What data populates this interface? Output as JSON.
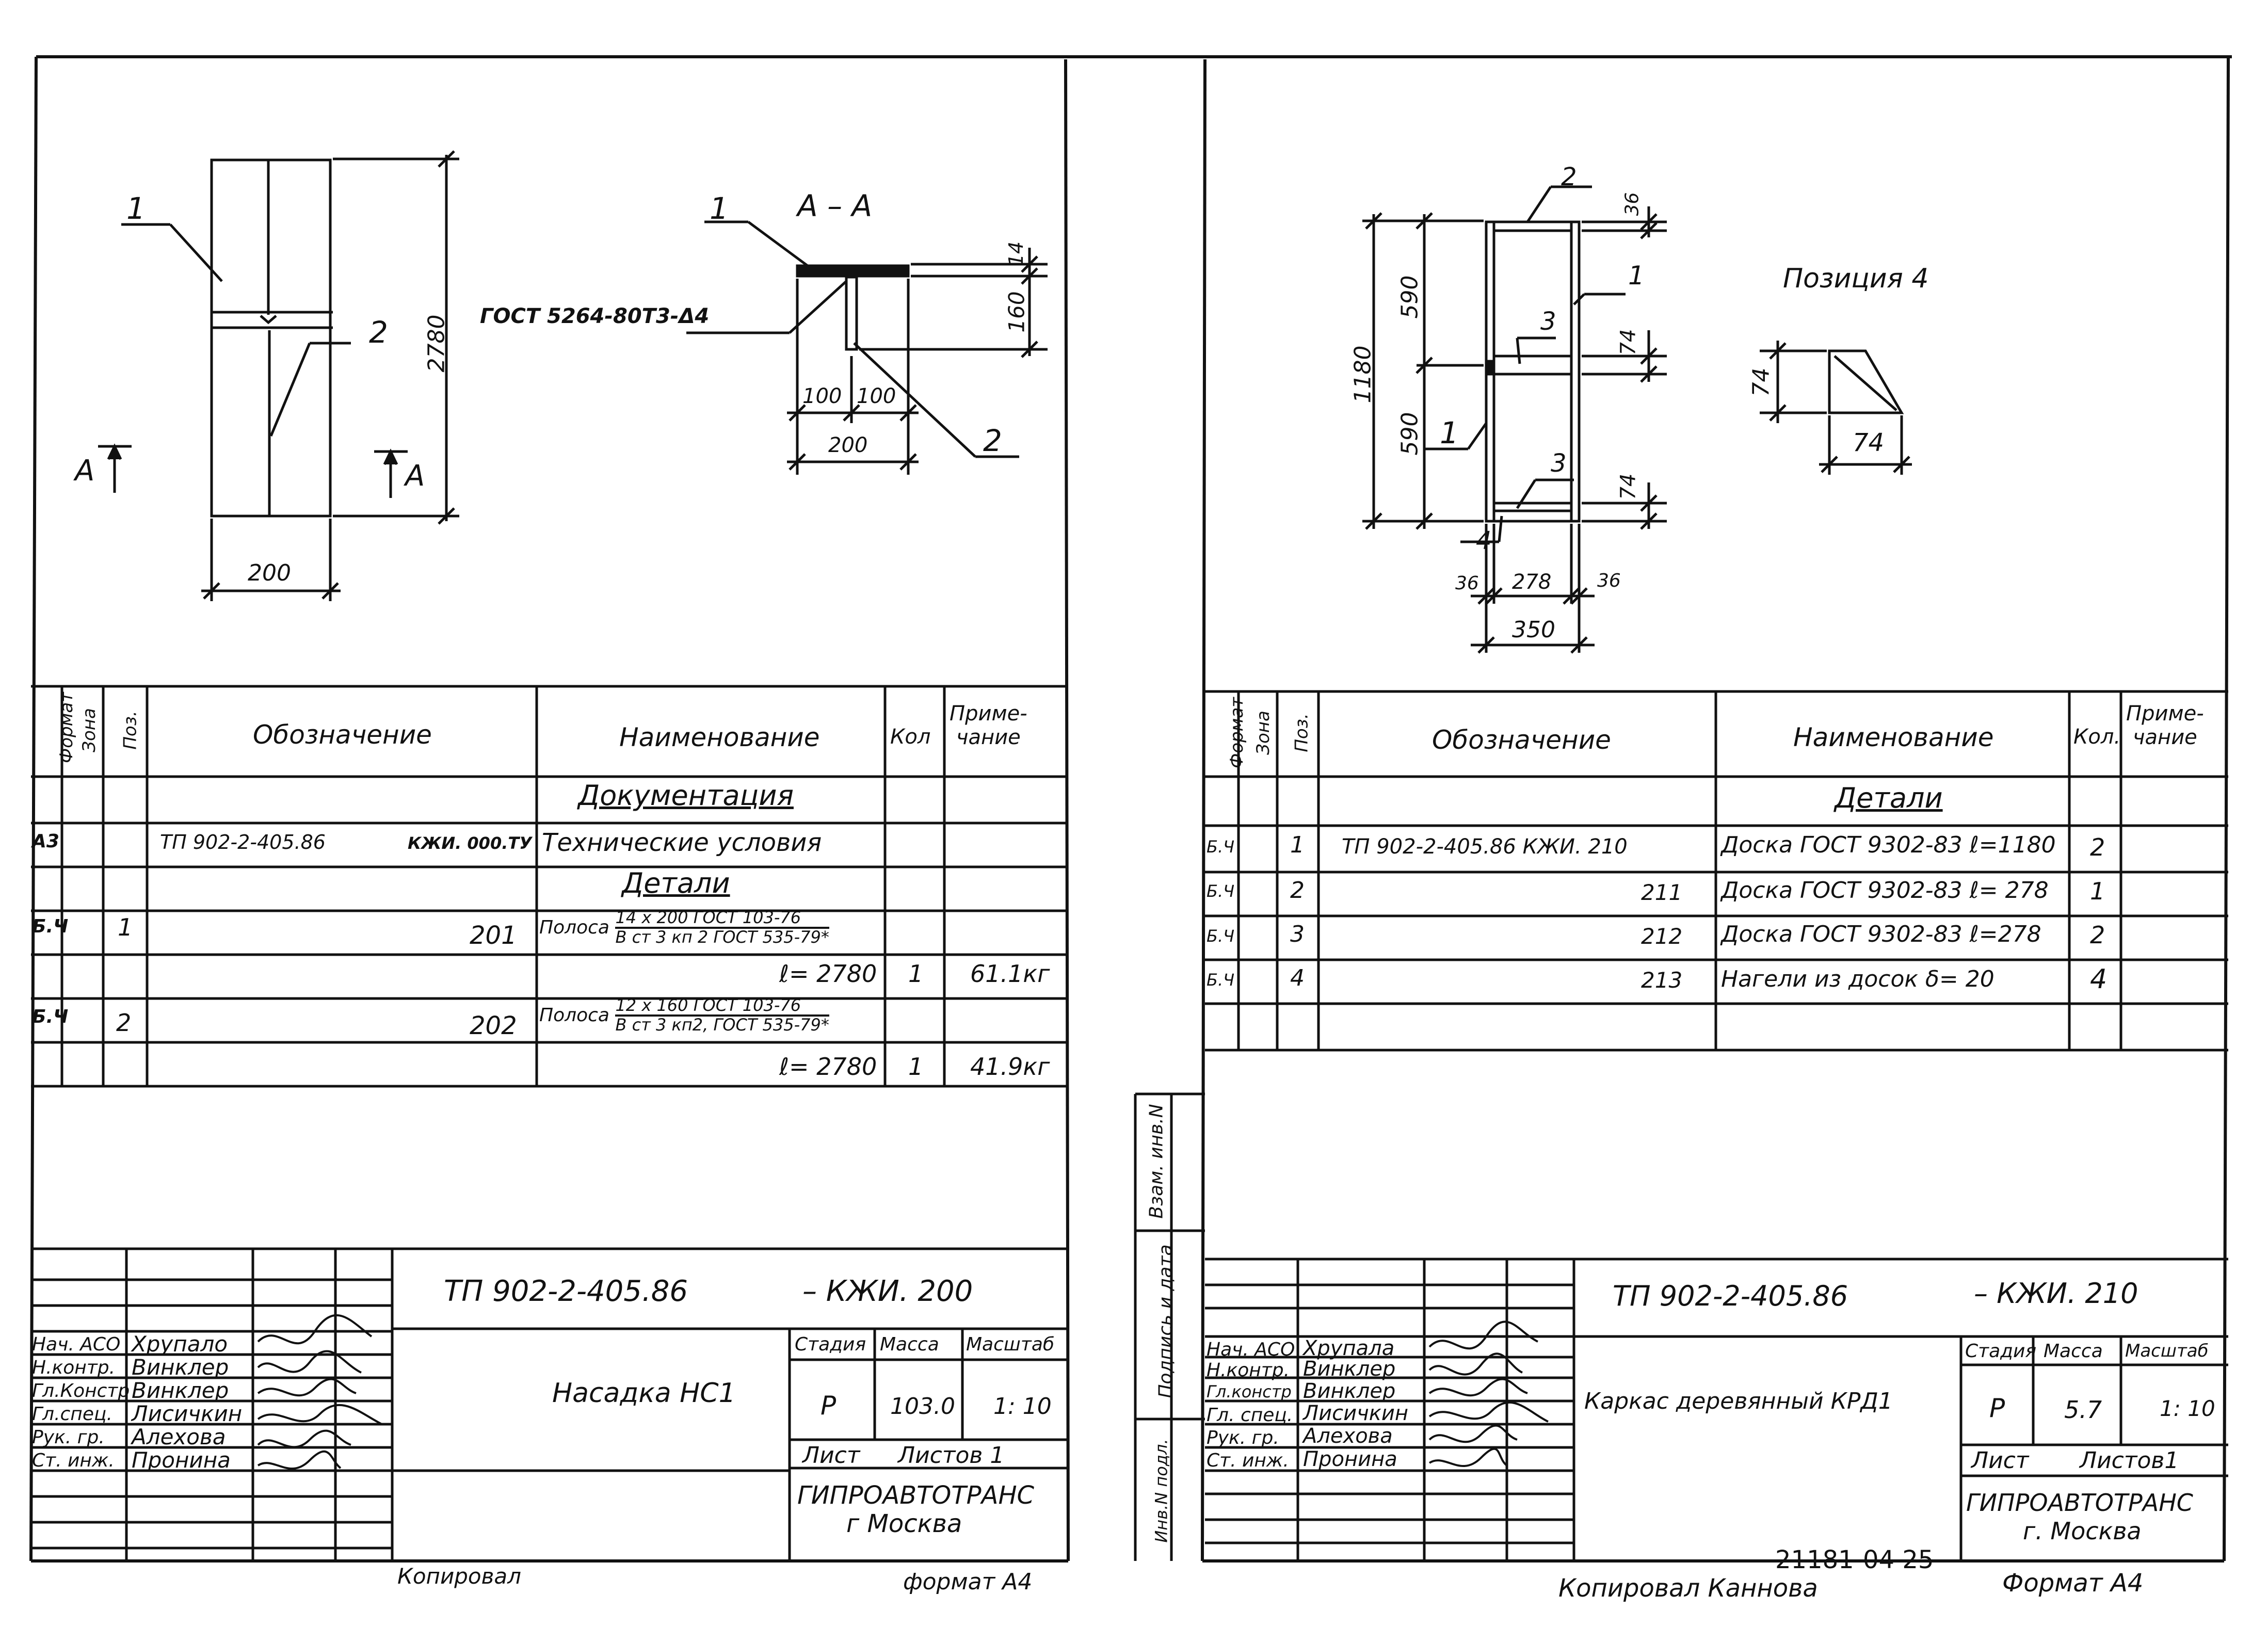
{
  "left": {
    "drawing": {
      "pos1": "1",
      "pos2": "2",
      "dim_height": "2780",
      "dim_width": "200",
      "section_mark": "А",
      "section_title": "А – А",
      "weld_note": "ГОСТ 5264-80Т3-Δ4",
      "dim_14": "14",
      "dim_160": "160",
      "dim_100a": "100",
      "dim_100b": "100",
      "dim_200": "200",
      "sec_pos1": "1",
      "sec_pos2": "2"
    },
    "spec": {
      "headers": {
        "format": "Формат",
        "zone": "Зона",
        "pos": "Поз.",
        "designation": "Обозначение",
        "name": "Наименование",
        "qty": "Кол",
        "note": "Приме-\nчание"
      },
      "section_docs": "Документация",
      "row_doc": {
        "format": "А3",
        "designation": "ТП 902-2-405.86",
        "code": "КЖИ. 000.ТУ",
        "name": "Технические условия"
      },
      "section_parts": "Детали",
      "row1": {
        "format": "Б.Ч",
        "pos": "1",
        "code": "201",
        "name": "Полоса",
        "num": "14 х 200 ГОСТ 103-76",
        "den": "В ст 3 кп 2  ГОСТ 535-79*",
        "length": "ℓ= 2780",
        "qty": "1",
        "note": "61.1кг"
      },
      "row2": {
        "format": "Б.Ч",
        "pos": "2",
        "code": "202",
        "name": "Полоса",
        "num": "12 х 160  ГОСТ 103-76",
        "den": "В ст 3 кп2, ГОСТ 535-79*",
        "length": "ℓ= 2780",
        "qty": "1",
        "note": "41.9кг"
      }
    },
    "stamp": {
      "doc_code": "ТП  902-2-405.86",
      "doc_suffix": "– КЖИ. 200",
      "title": "Насадка НС1",
      "stage_label": "Стадия",
      "mass_label": "Масса",
      "scale_label": "Масштаб",
      "stage": "Р",
      "mass": "103.0",
      "scale": "1: 10",
      "sheet_label": "Лист",
      "sheets_label": "Листов 1",
      "org": "ГИПРОАВТОТРАНС",
      "city": "г Москва",
      "roles": [
        "Нач. АСО",
        "Н.контр.",
        "Гл.Констр",
        "Гл.спец.",
        "Рук. гр.",
        "Ст. инж."
      ],
      "names": [
        "Хрупало",
        "Винклер",
        "Винклер",
        "Лисичкин",
        "Алехова",
        "Пронина"
      ]
    },
    "footer_left": "Копировал",
    "footer_right": "формат А4"
  },
  "right": {
    "drawing": {
      "pos1a": "1",
      "pos1b": "1",
      "pos2": "2",
      "pos3a": "3",
      "pos3b": "3",
      "pos4": "4",
      "dim_1180": "1180",
      "dim_590a": "590",
      "dim_590b": "590",
      "dim_36": "36",
      "dim_74a": "74",
      "dim_74b": "74",
      "dim_36l": "36",
      "dim_278": "278",
      "dim_36r": "36",
      "dim_350": "350",
      "position_title": "Позиция 4",
      "pos4_dim_v": "74",
      "pos4_dim_h": "74"
    },
    "spec": {
      "headers": {
        "format": "Формат",
        "zone": "Зона",
        "pos": "Поз.",
        "designation": "Обозначение",
        "name": "Наименование",
        "qty": "Кол.",
        "note": "Приме-\nчание"
      },
      "section_parts": "Детали",
      "rows": [
        {
          "format": "Б.Ч",
          "pos": "1",
          "designation": "ТП 902-2-405.86  КЖИ. 210",
          "name": "Доска ГОСТ 9302-83 ℓ=1180",
          "qty": "2"
        },
        {
          "format": "Б.Ч",
          "pos": "2",
          "designation": "211",
          "name": "Доска ГОСТ 9302-83 ℓ= 278",
          "qty": "1"
        },
        {
          "format": "Б.Ч",
          "pos": "3",
          "designation": "212",
          "name": "Доска ГОСТ 9302-83 ℓ=278",
          "qty": "2"
        },
        {
          "format": "Б.Ч",
          "pos": "4",
          "designation": "213",
          "name": "Нагели  из досок  δ= 20",
          "qty": "4"
        }
      ]
    },
    "side_labels": [
      "Взам. инв.N",
      "Подпись и дата",
      "Инв.N подл."
    ],
    "stamp": {
      "doc_code": "ТП  902-2-405.86",
      "doc_suffix": "– КЖИ. 210",
      "title": "Каркас деревянный  КРД1",
      "stage_label": "Стадия",
      "mass_label": "Масса",
      "scale_label": "Масштаб",
      "stage": "Р",
      "mass": "5.7",
      "scale": "1: 10",
      "sheet_label": "Лист",
      "sheets_label": "Листов1",
      "org": "ГИПРОАВТОТРАНС",
      "city": "г. Москва",
      "roles": [
        "Нач. АСО",
        "Н.контр.",
        "Гл.констр",
        "Гл. спец.",
        "Рук. гр.",
        "Ст. инж."
      ],
      "names": [
        "Хрупала",
        "Винклер",
        "Винклер",
        "Лисичкин",
        "Алехова",
        "Пронина"
      ]
    },
    "archive_no": "21181-04  25",
    "footer_left": "Копировал  Каннова",
    "footer_right": "Формат  А4"
  }
}
